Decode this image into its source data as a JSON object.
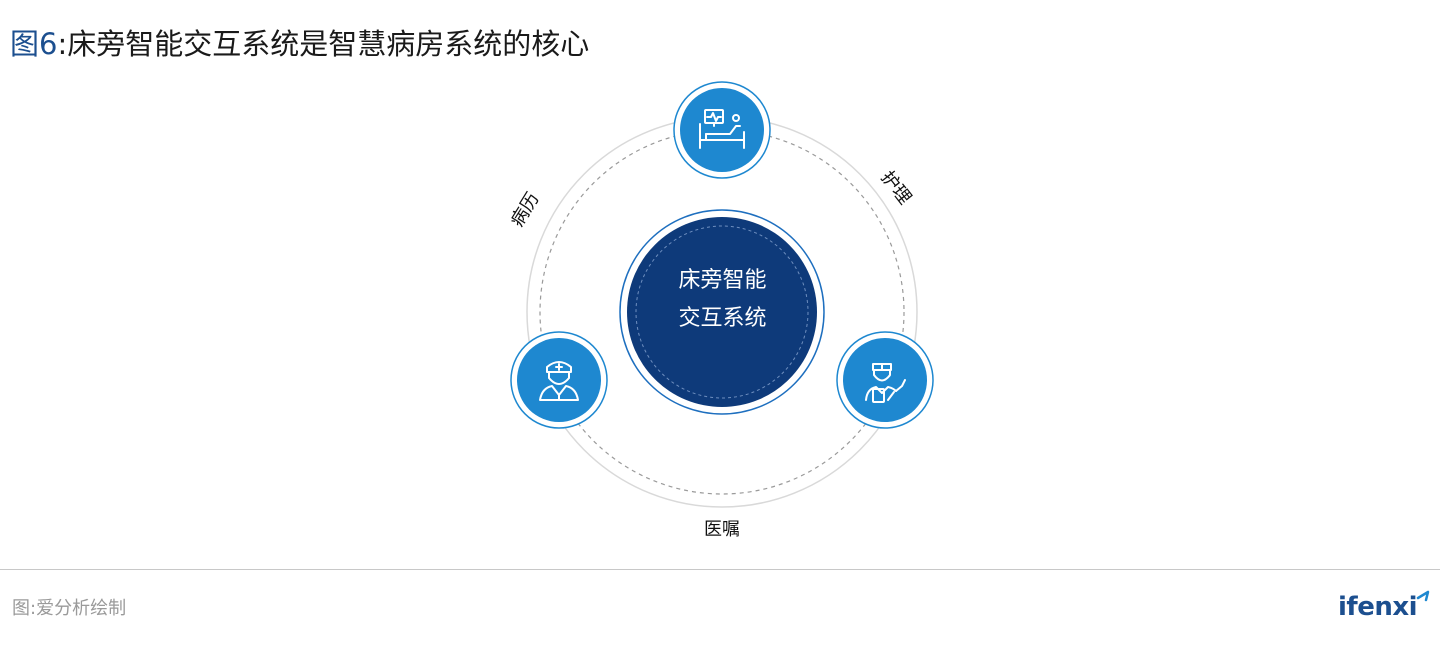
{
  "title": {
    "fig_label": "图6",
    "colon": ":",
    "text": "床旁智能交互系统是智慧病房系统的核心"
  },
  "diagram": {
    "center": {
      "line1": "床旁智能",
      "line2": "交互系统"
    },
    "nodes": [
      {
        "id": "bedside",
        "icon": "patient-bed-monitor-icon"
      },
      {
        "id": "doctor",
        "icon": "doctor-icon"
      },
      {
        "id": "nurse",
        "icon": "nurse-icon"
      }
    ],
    "edge_labels": {
      "bingli": "病历",
      "huli": "护理",
      "yizhu": "医嘱"
    }
  },
  "footer": {
    "source": "图:爱分析绘制",
    "logo": "ifenxi"
  },
  "colors": {
    "accent_blue": "#1e88d0",
    "dark_navy": "#0e3a7a",
    "title_blue": "#1c4f8f"
  }
}
